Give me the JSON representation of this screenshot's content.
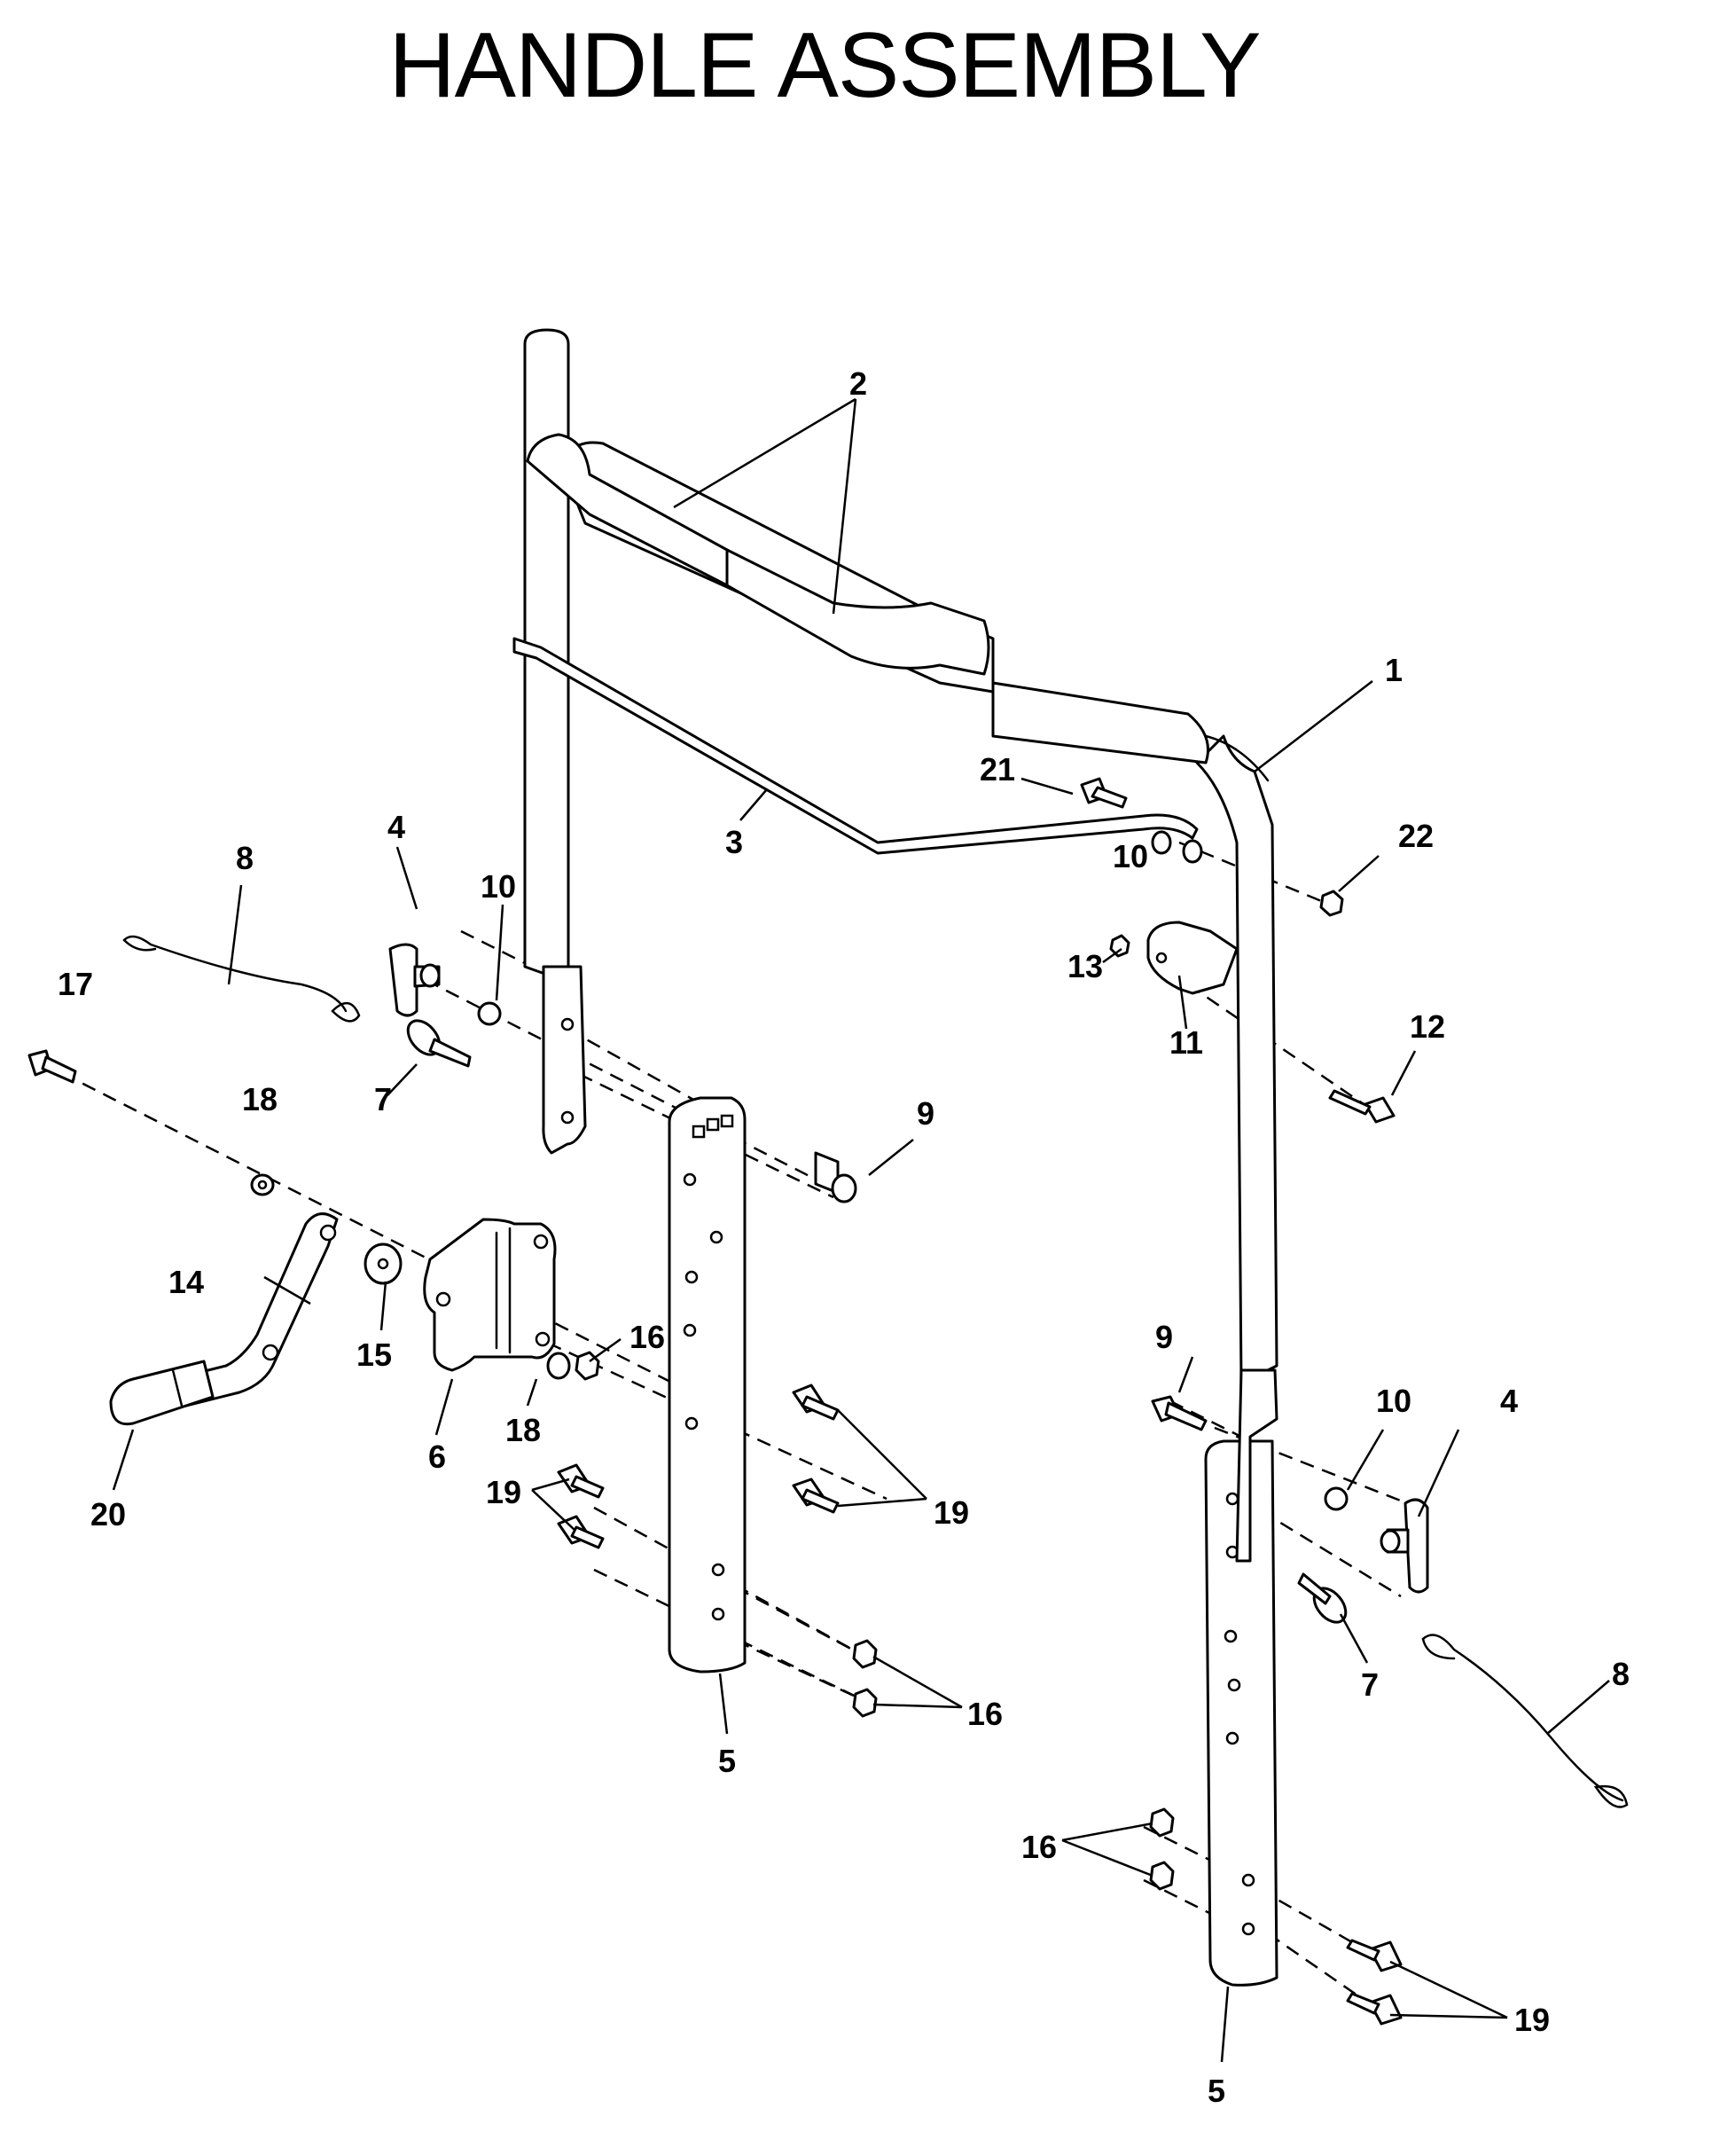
{
  "title": "HANDLE ASSEMBLY",
  "callouts": [
    {
      "id": "c-2",
      "label": "2"
    },
    {
      "id": "c-1",
      "label": "1"
    },
    {
      "id": "c-21",
      "label": "21"
    },
    {
      "id": "c-3",
      "label": "3"
    },
    {
      "id": "c-10a",
      "label": "10"
    },
    {
      "id": "c-22",
      "label": "22"
    },
    {
      "id": "c-8a",
      "label": "8"
    },
    {
      "id": "c-4a",
      "label": "4"
    },
    {
      "id": "c-10b",
      "label": "10"
    },
    {
      "id": "c-13",
      "label": "13"
    },
    {
      "id": "c-11",
      "label": "11"
    },
    {
      "id": "c-17",
      "label": "17"
    },
    {
      "id": "c-12",
      "label": "12"
    },
    {
      "id": "c-7a",
      "label": "7"
    },
    {
      "id": "c-18a",
      "label": "18"
    },
    {
      "id": "c-9a",
      "label": "9"
    },
    {
      "id": "c-14",
      "label": "14"
    },
    {
      "id": "c-15",
      "label": "15"
    },
    {
      "id": "c-16a",
      "label": "16"
    },
    {
      "id": "c-18b",
      "label": "18"
    },
    {
      "id": "c-6",
      "label": "6"
    },
    {
      "id": "c-20",
      "label": "20"
    },
    {
      "id": "c-9b",
      "label": "9"
    },
    {
      "id": "c-10c",
      "label": "10"
    },
    {
      "id": "c-4b",
      "label": "4"
    },
    {
      "id": "c-19a",
      "label": "19"
    },
    {
      "id": "c-19b",
      "label": "19"
    },
    {
      "id": "c-7b",
      "label": "7"
    },
    {
      "id": "c-8b",
      "label": "8"
    },
    {
      "id": "c-16b",
      "label": "16"
    },
    {
      "id": "c-5a",
      "label": "5"
    },
    {
      "id": "c-16c",
      "label": "16"
    },
    {
      "id": "c-19c",
      "label": "19"
    },
    {
      "id": "c-5b",
      "label": "5"
    }
  ]
}
